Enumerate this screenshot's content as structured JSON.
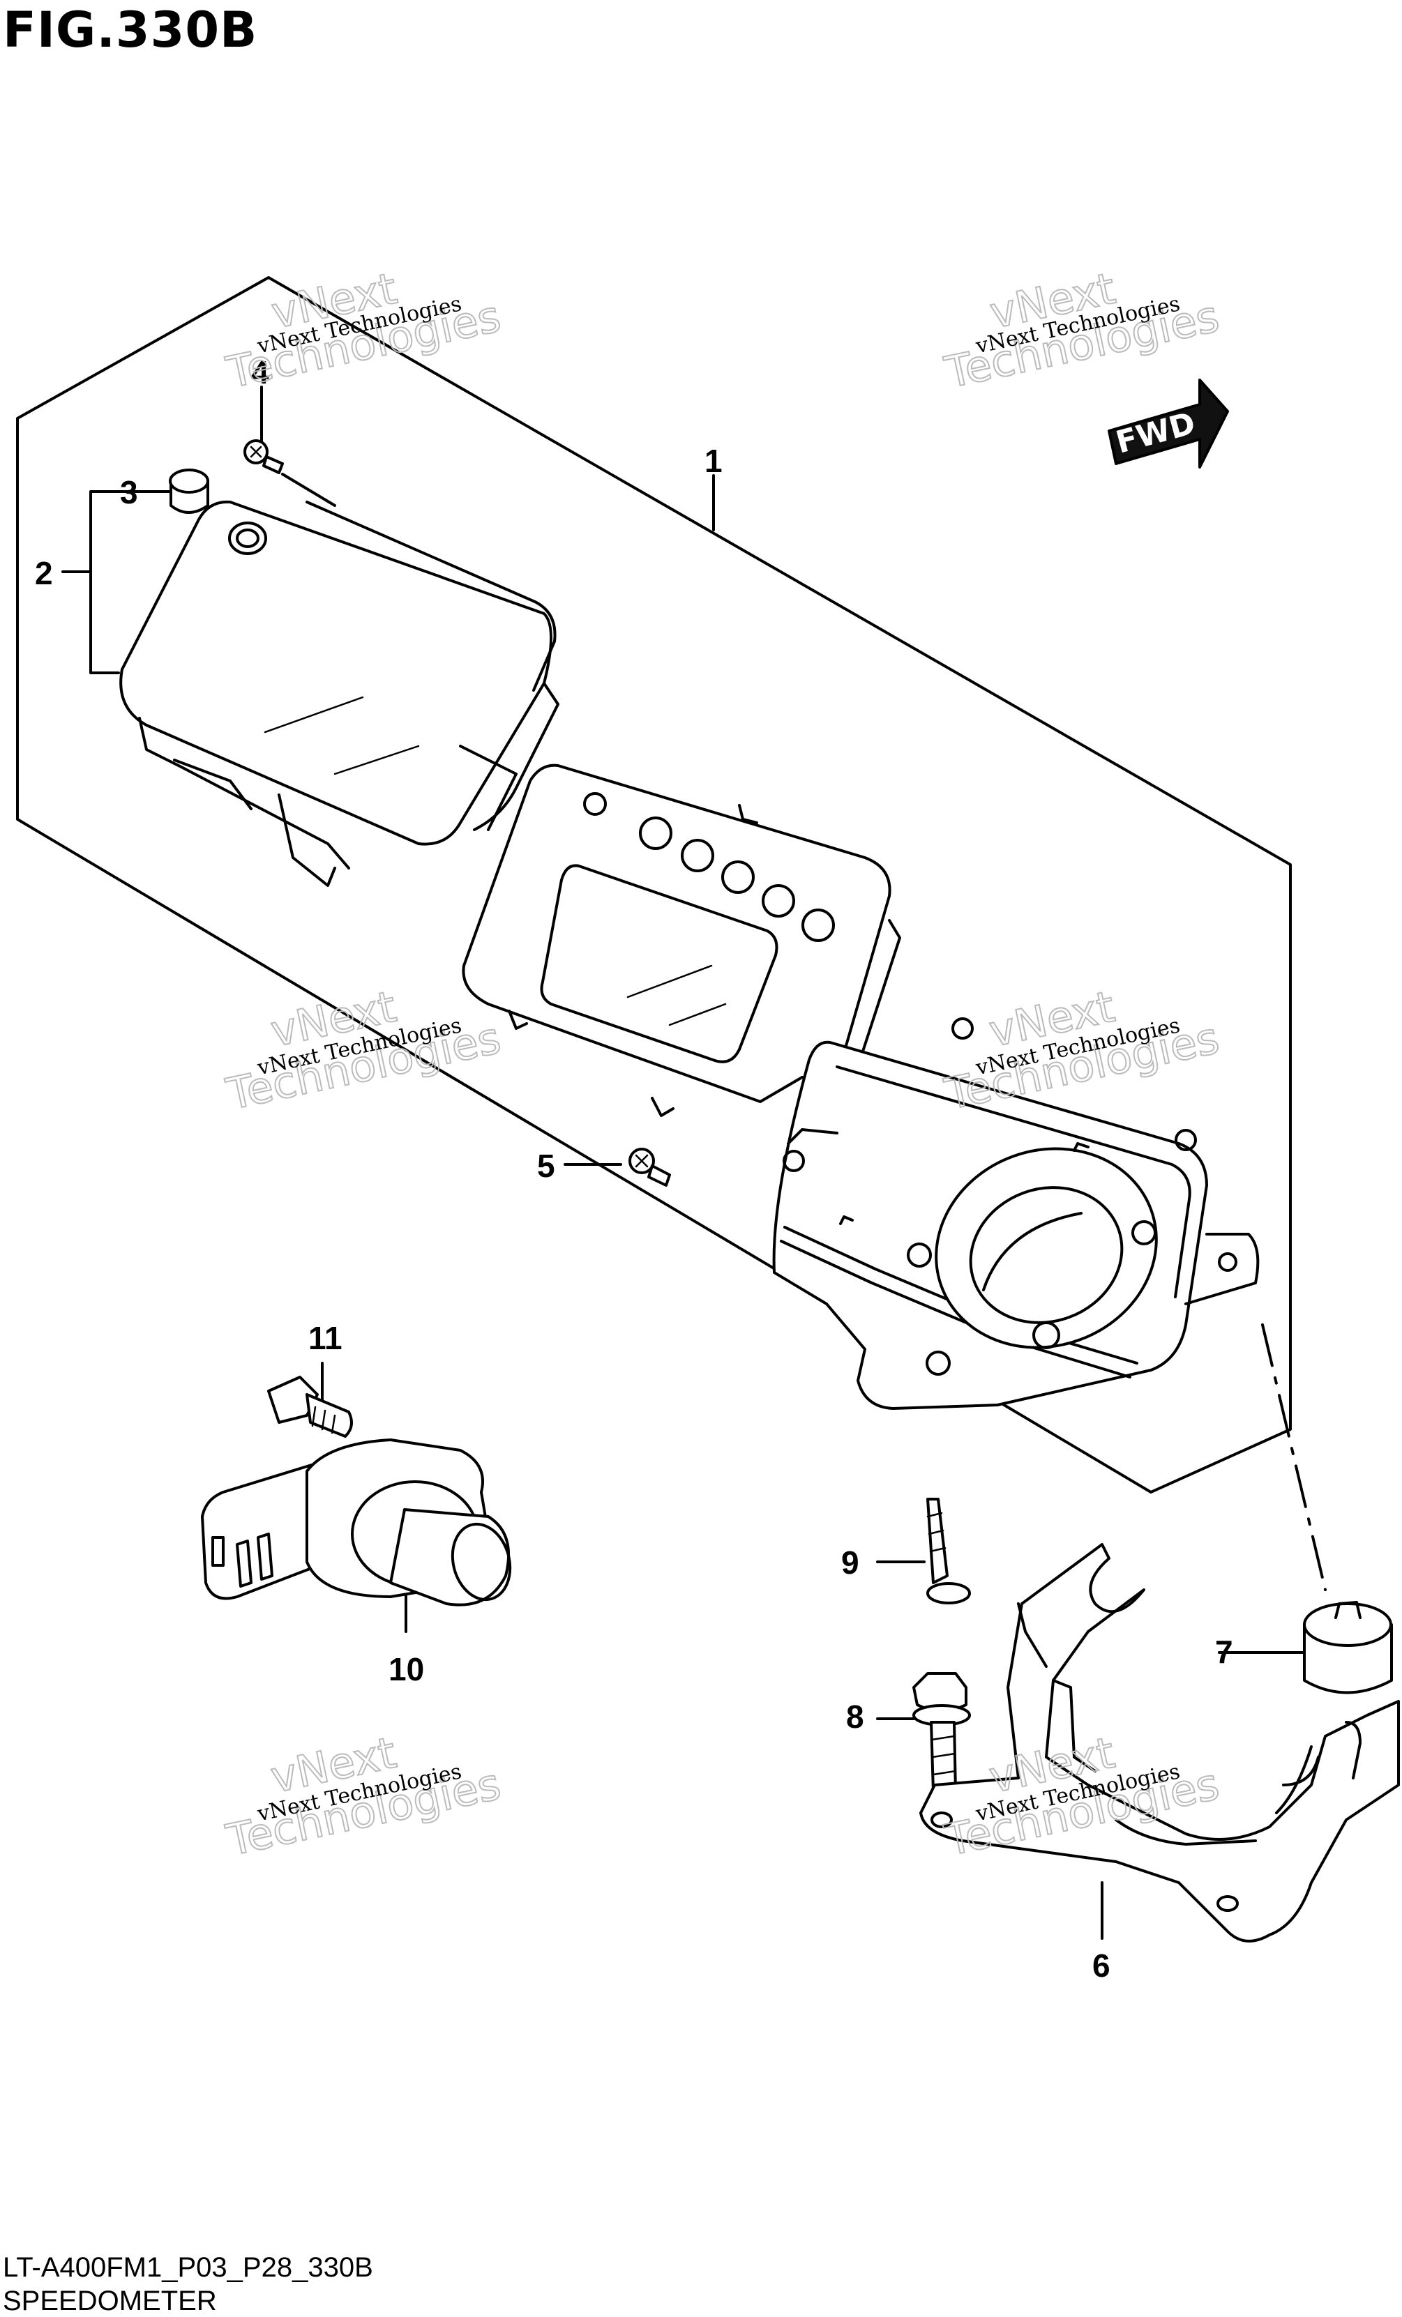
{
  "figure": {
    "title": "FIG.330B",
    "diagram_code": "LT-A400FM1_P03_P28_330B",
    "diagram_name": "SPEEDOMETER"
  },
  "direction_badge": "FWD",
  "callouts": [
    "1",
    "2",
    "3",
    "4",
    "5",
    "6",
    "7",
    "8",
    "9",
    "10",
    "11"
  ],
  "watermark": {
    "line1": "vNext Technologies",
    "line2a": "vNext",
    "line2b": "Technologies"
  }
}
